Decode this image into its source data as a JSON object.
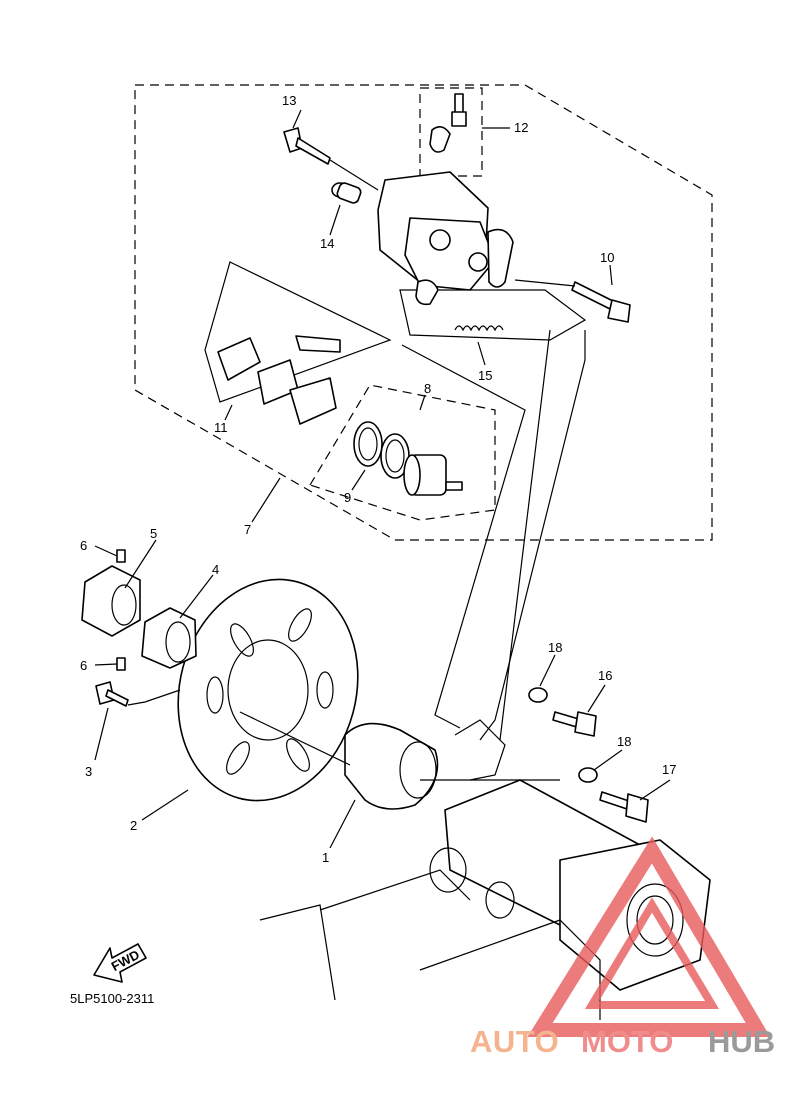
{
  "callouts": [
    "1",
    "2",
    "3",
    "4",
    "5",
    "6",
    "6",
    "7",
    "8",
    "9",
    "10",
    "11",
    "12",
    "13",
    "14",
    "15",
    "16",
    "17",
    "18",
    "18"
  ],
  "fwd_label": "FWD",
  "diagram_code": "5LP5100-2311",
  "watermark": {
    "part1": "AUTO",
    "part2": "MOTO",
    "part3": "HUB"
  },
  "colors": {
    "line": "#000000",
    "background": "#ffffff",
    "logo_red": "#e85c5c",
    "logo_orange": "#f5b48f",
    "logo_gray": "#9a9a9a"
  }
}
